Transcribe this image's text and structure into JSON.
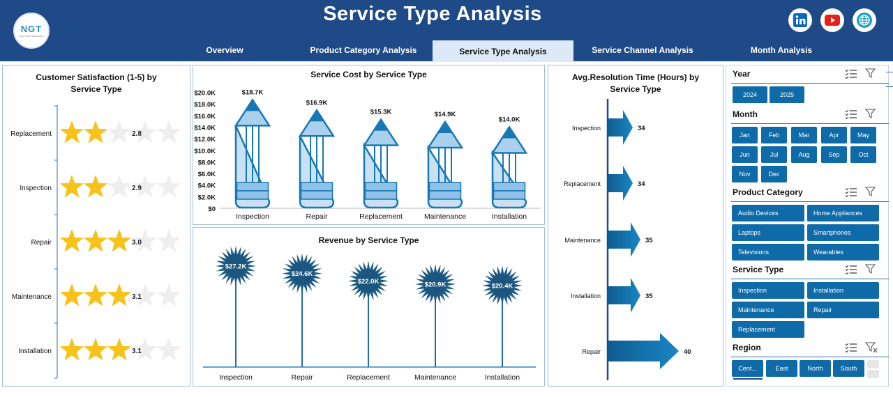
{
  "header": {
    "title": "Service Type Analysis",
    "logo_text": "NGT",
    "logo_subtext": "NEXT GEN TEMPLATES"
  },
  "tabs": [
    {
      "label": "Overview",
      "active": false
    },
    {
      "label": "Product Category Analysis",
      "active": false
    },
    {
      "label": "Service Type Analysis",
      "active": true
    },
    {
      "label": "Service Channel Analysis",
      "active": false
    },
    {
      "label": "Month Analysis",
      "active": false
    }
  ],
  "social": [
    {
      "icon": "linkedin-icon",
      "color": "#0a66c2"
    },
    {
      "icon": "youtube-icon",
      "color": "#e62117"
    },
    {
      "icon": "globe-icon",
      "color": "#1aa0c9"
    }
  ],
  "colors": {
    "header_bg": "#1e4a87",
    "accent": "#0f6aa8",
    "pencil_fill": "#c9e1f3",
    "pencil_stroke": "#1678b5",
    "star_gold": "#f7c21b",
    "star_empty": "#eeeeee"
  },
  "satisfaction": {
    "title_line1": "Customer Satisfaction (1-5) by",
    "title_line2": "Service Type",
    "max_stars": 5,
    "rows": [
      {
        "label": "Replacement",
        "value": "2.8",
        "stars": 2.8
      },
      {
        "label": "Inspection",
        "value": "2.9",
        "stars": 2.9
      },
      {
        "label": "Repair",
        "value": "3.0",
        "stars": 3.0
      },
      {
        "label": "Maintenance",
        "value": "3.1",
        "stars": 3.1
      },
      {
        "label": "Installation",
        "value": "3.1",
        "stars": 3.1
      }
    ]
  },
  "resolution": {
    "title_line1": "Avg.Resolution Time (Hours) by",
    "title_line2": "Service Type"
  },
  "slicers": {
    "year": {
      "title": "Year",
      "options": [
        "2024",
        "2025"
      ]
    },
    "month": {
      "title": "Month",
      "options": [
        "Jan",
        "Feb",
        "Mar",
        "Apr",
        "May",
        "Jun",
        "Jul",
        "Aug",
        "Sep",
        "Oct",
        "Nov",
        "Dec"
      ]
    },
    "product_category": {
      "title": "Product Category",
      "options": [
        "Audio Devices",
        "Home Appliances",
        "Laptops",
        "Smartphones",
        "Televisions",
        "Wearables"
      ]
    },
    "service_type": {
      "title": "Service Type",
      "options": [
        "Inspection",
        "Installation",
        "Maintenance",
        "Repair",
        "Replacement"
      ]
    },
    "region": {
      "title": "Region",
      "options": [
        "Cent...",
        "East",
        "North",
        "South"
      ]
    }
  },
  "chart_data": [
    {
      "type": "bar",
      "title": "Service Cost by Service Type",
      "categories": [
        "Inspection",
        "Repair",
        "Replacement",
        "Maintenance",
        "Installation"
      ],
      "values": [
        18700,
        16900,
        15300,
        14900,
        14000
      ],
      "data_labels": [
        "$18.7K",
        "$16.9K",
        "$15.3K",
        "$14.9K",
        "$14.0K"
      ],
      "yticks": [
        "$0",
        "$2.0K",
        "$4.0K",
        "$6.0K",
        "$8.0K",
        "$10.0K",
        "$12.0K",
        "$14.0K",
        "$16.0K",
        "$18.0K",
        "$20.0K"
      ],
      "ylim": [
        0,
        20000
      ],
      "grid": false,
      "legend": "none"
    },
    {
      "type": "bar",
      "title": "Revenue by Service Type",
      "categories": [
        "Inspection",
        "Repair",
        "Replacement",
        "Maintenance",
        "Installation"
      ],
      "values": [
        27200,
        24600,
        22000,
        20900,
        20400
      ],
      "data_labels": [
        "$27.2K",
        "$24.6K",
        "$22.0K",
        "$20.9K",
        "$20.4K"
      ],
      "grid": false,
      "legend": "none"
    },
    {
      "type": "bar",
      "title": "Avg.Resolution Time (Hours) by Service Type",
      "categories": [
        "Inspection",
        "Replacement",
        "Maintenance",
        "Installation",
        "Repair"
      ],
      "values": [
        34,
        34,
        35,
        35,
        40
      ],
      "data_labels": [
        "34",
        "34",
        "35",
        "35",
        "40"
      ],
      "grid": false,
      "legend": "none"
    }
  ]
}
